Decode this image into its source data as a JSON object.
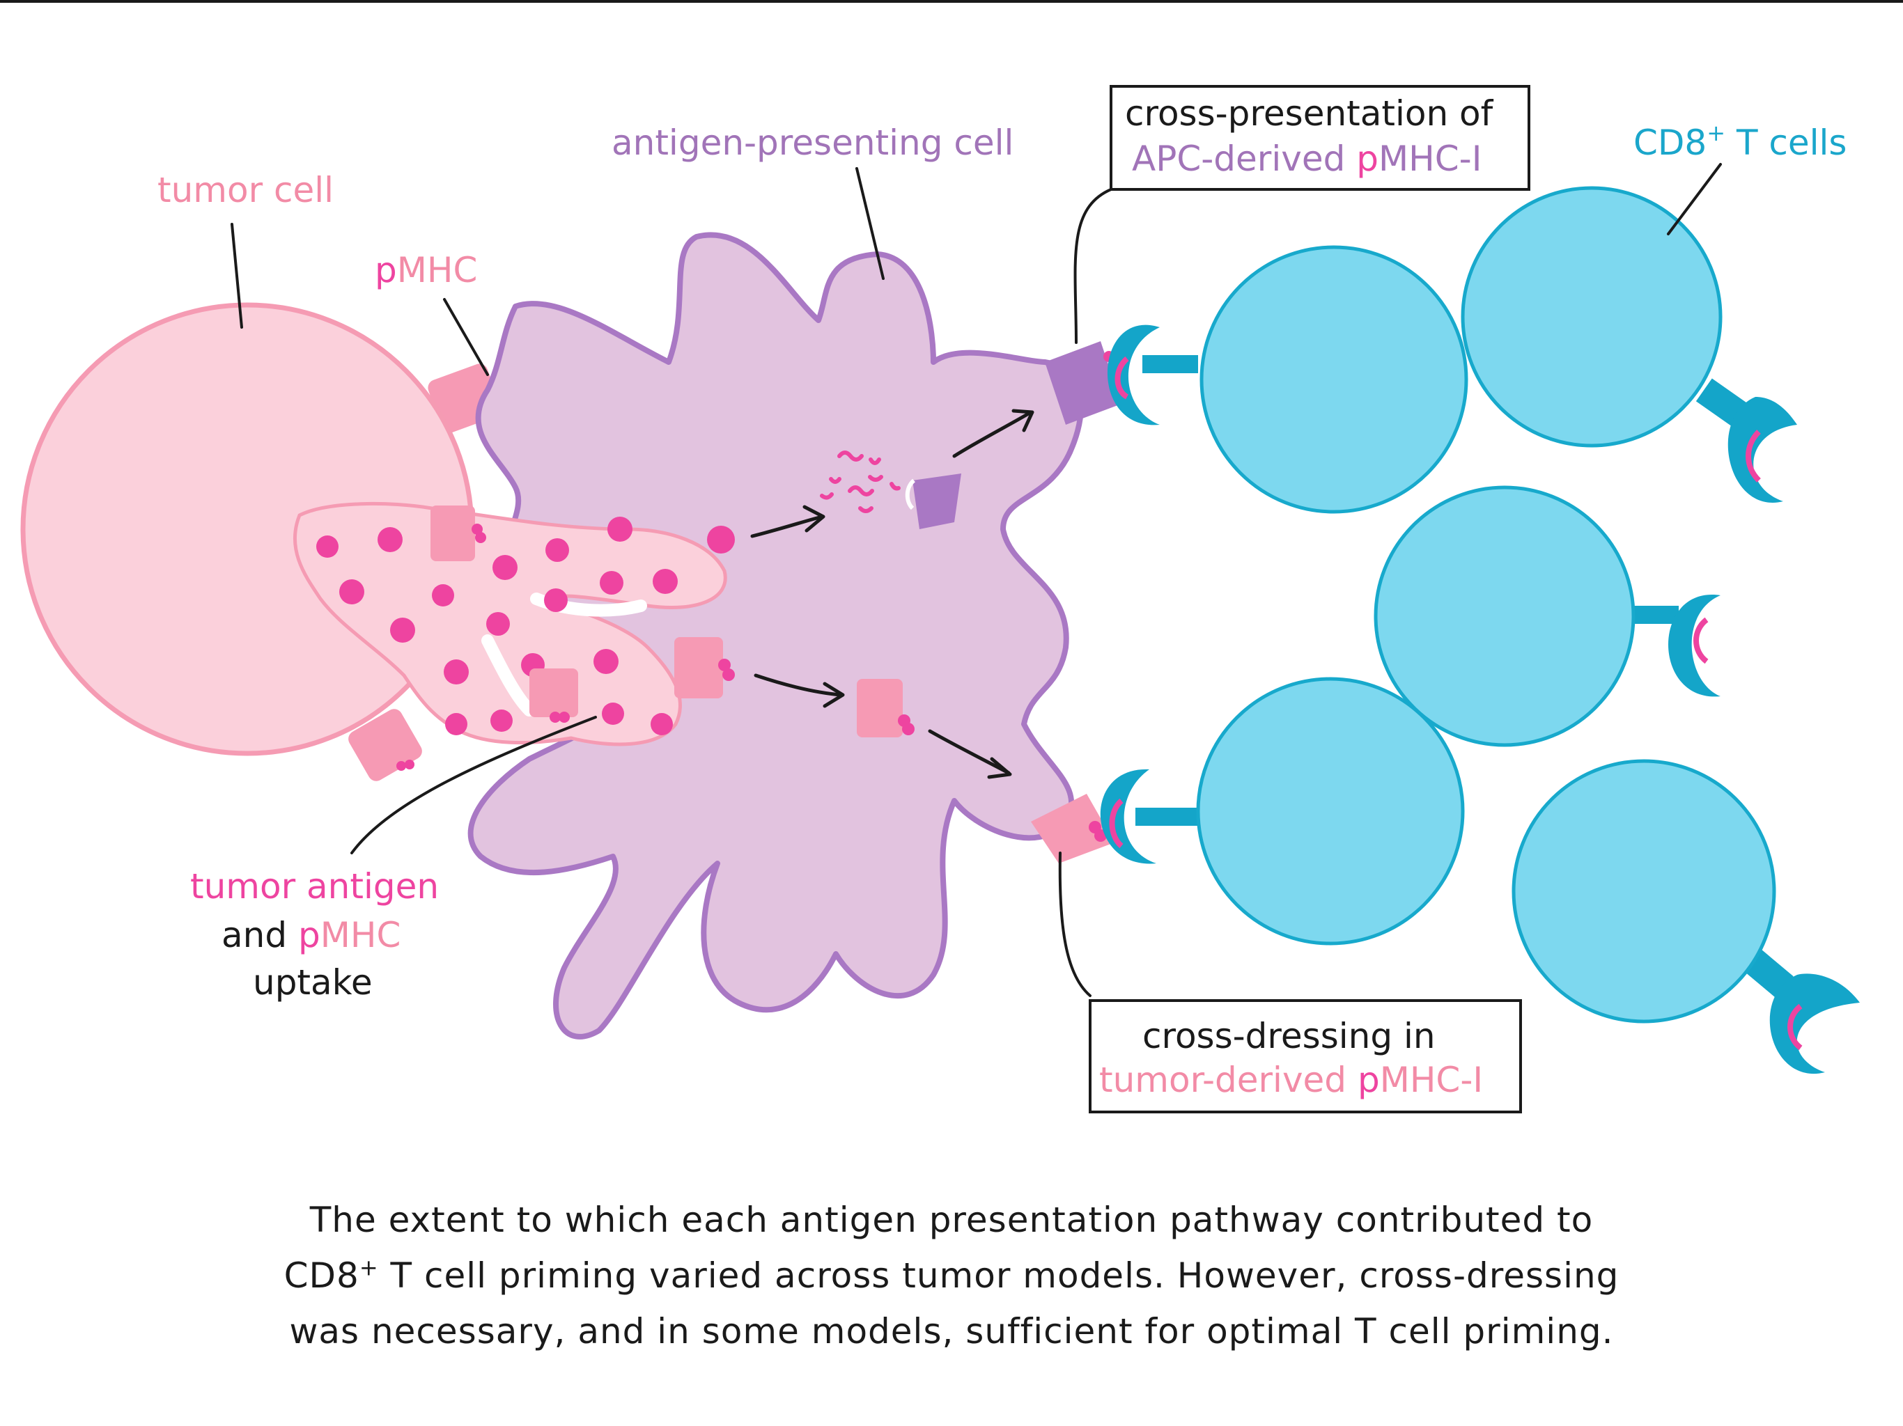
{
  "colors": {
    "tumor_fill": "#fbd0db",
    "tumor_stroke": "#f59bb3",
    "tumor_label": "#f28ba6",
    "antigen_magenta": "#ee44a0",
    "apc_fill": "#e2c3df",
    "apc_stroke": "#a978c4",
    "apc_label": "#a174b8",
    "mhc_purple": "#a978c4",
    "mhc_pink": "#f69ab4",
    "tcell_fill": "#7dd8ef",
    "tcell_stroke": "#17a9cc",
    "tcr_blue": "#14a5c9",
    "cd8_label": "#1aa6cb",
    "text_dark": "#1a1a1a"
  },
  "labels": {
    "tumor_cell": "tumor cell",
    "pmhc_p": "p",
    "pmhc_mhc": "MHC",
    "apc": "antigen-presenting cell",
    "cd8_prefix": "CD8",
    "cd8_sup": "+",
    "cd8_suffix": " T cells",
    "cross_presentation_line1": "cross-presentation of",
    "cross_presentation_apc": "APC-derived ",
    "cross_presentation_p": "p",
    "cross_presentation_mhc": "MHC-I",
    "cross_dressing_line1": "cross-dressing in",
    "cross_dressing_tumor": "tumor-derived ",
    "cross_dressing_p": "p",
    "cross_dressing_mhc": "MHC-I",
    "uptake_line1": "tumor antigen",
    "uptake_and": "and ",
    "uptake_p": "p",
    "uptake_mhc": "MHC",
    "uptake_line3": "uptake"
  },
  "caption": {
    "line1": "The extent to which each antigen presentation pathway contributed to",
    "line2_prefix": "CD8",
    "line2_sup": "+",
    "line2_suffix": " T cell priming varied across tumor models. However, cross-dressing",
    "line3": "was necessary, and in some models, sufficient for optimal T cell priming."
  },
  "icons": {
    "tumor_cell": "tumor-cell-icon",
    "apc": "apc-cell-icon",
    "t_cell": "t-cell-icon",
    "tcr": "tcr-receptor-icon",
    "pmhc": "pmhc-icon",
    "arrow": "arrow-icon"
  }
}
